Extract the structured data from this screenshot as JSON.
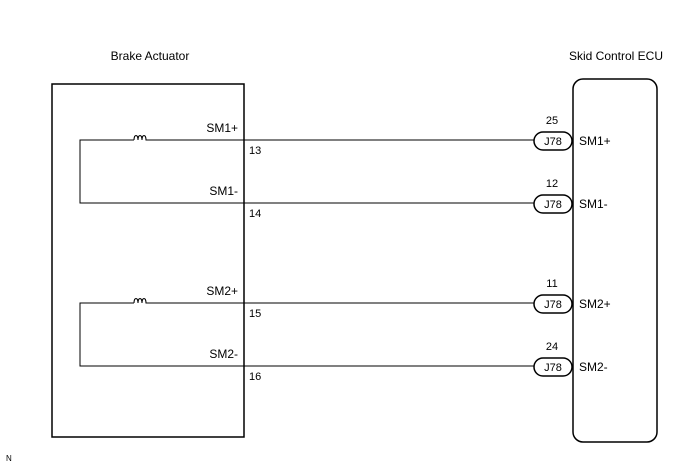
{
  "actuator": {
    "title": "Brake Actuator",
    "signals": [
      {
        "label": "SM1+",
        "pin": "13"
      },
      {
        "label": "SM1-",
        "pin": "14"
      },
      {
        "label": "SM2+",
        "pin": "15"
      },
      {
        "label": "SM2-",
        "pin": "16"
      }
    ]
  },
  "ecu": {
    "title": "Skid Control ECU",
    "pins": [
      {
        "pin_number": "25",
        "connector": "J78",
        "label": "SM1+"
      },
      {
        "pin_number": "12",
        "connector": "J78",
        "label": "SM1-"
      },
      {
        "pin_number": "11",
        "connector": "J78",
        "label": "SM2+"
      },
      {
        "pin_number": "24",
        "connector": "J78",
        "label": "SM2-"
      }
    ]
  },
  "corner_mark": "N"
}
